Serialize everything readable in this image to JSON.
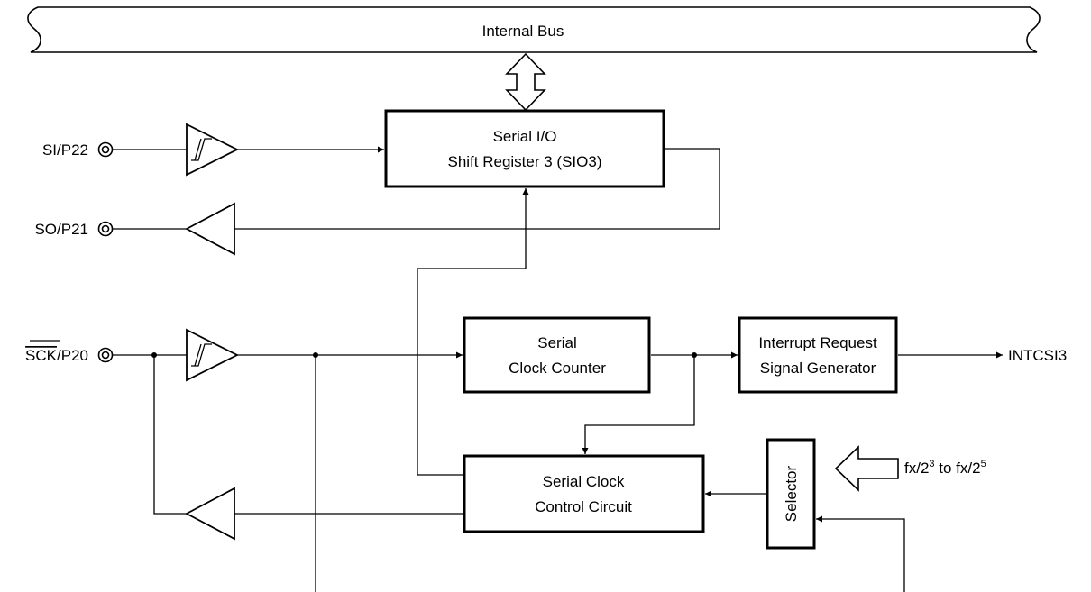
{
  "bus": {
    "label": "Internal Bus"
  },
  "blocks": {
    "shift_register": {
      "line1": "Serial I/O",
      "line2": "Shift Register 3 (SIO3)"
    },
    "clock_counter": {
      "line1": "Serial",
      "line2": "Clock Counter"
    },
    "interrupt_gen": {
      "line1": "Interrupt Request",
      "line2": "Signal Generator"
    },
    "clock_control": {
      "line1": "Serial Clock",
      "line2": "Control Circuit"
    },
    "selector": {
      "label": "Selector"
    }
  },
  "pins": {
    "si": "SI/P22",
    "so": "SO/P21",
    "sck_bar": "SCK",
    "sck_rest": "/P20"
  },
  "signals": {
    "interrupt_out": "INTCSI3",
    "clock_in_prefix": "fx/2",
    "clock_in_exp1": "3",
    "clock_in_mid": " to fx/2",
    "clock_in_exp2": "5"
  }
}
